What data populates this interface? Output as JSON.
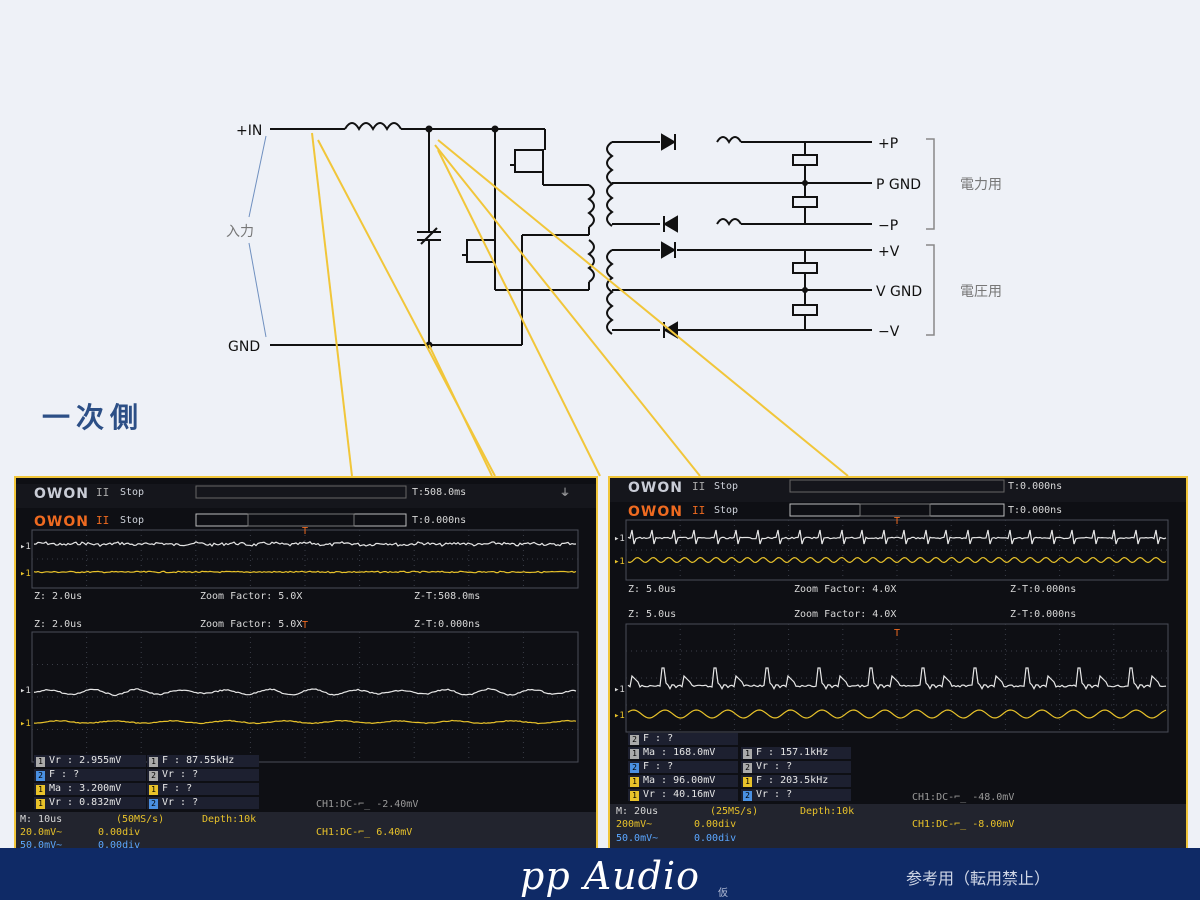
{
  "schematic": {
    "input_plus": "+IN",
    "input_gnd": "GND",
    "input_label": "入力",
    "outputs": {
      "p_plus": "+P",
      "p_gnd": "P GND",
      "p_minus": "−P",
      "v_plus": "+V",
      "v_gnd": "V GND",
      "v_minus": "−V"
    },
    "group_power": "電力用",
    "group_voltage": "電圧用"
  },
  "section_title": "一次側",
  "scopes": [
    {
      "brand_a": "OWON",
      "brand_b": "OWON",
      "pause_glyph": "II",
      "state": "Stop",
      "trig_top": "T:508.0ms",
      "trig_main": "T:0.000ns",
      "zoom_row1": {
        "z": "Z: 2.0us",
        "factor": "Zoom Factor: 5.0X",
        "zt": "Z-T:508.0ms"
      },
      "zoom_row2": {
        "z": "Z: 2.0us",
        "factor": "Zoom Factor: 5.0X",
        "zt": "Z-T:0.000ns"
      },
      "measurements": [
        {
          "ch": "1",
          "text": "Vr : 2.955mV"
        },
        {
          "ch": "1",
          "text": "F : 87.55kHz"
        },
        {
          "ch": "2",
          "text": "F :    ?"
        },
        {
          "ch": "2",
          "text": "Vr :    ?"
        },
        {
          "ch": "1",
          "text": "Ma : 3.200mV"
        },
        {
          "ch": "1",
          "text": "F :    ?"
        },
        {
          "ch": "1",
          "text": "Vr : 0.832mV"
        },
        {
          "ch": "2",
          "text": "Vr :    ?"
        }
      ],
      "bottom": {
        "timebase": "M: 10us",
        "rate": "(50MS/s)",
        "depth": "Depth:10k",
        "ch_ghost": "CH1:DC-⌐_ -2.40mV",
        "ch1_scale": "20.0mV~",
        "ch1_offset": "0.00div",
        "ch2_scale": "50.0mV~",
        "ch2_offset": "0.00div",
        "trigger": "CH1:DC-⌐_ 6.40mV"
      }
    },
    {
      "brand_a": "OWON",
      "brand_b": "OWON",
      "pause_glyph": "II",
      "state": "Stop",
      "trig_top": "T:0.000ns",
      "trig_main": "T:0.000ns",
      "zoom_row1": {
        "z": "Z: 5.0us",
        "factor": "Zoom Factor: 4.0X",
        "zt": "Z-T:0.000ns"
      },
      "zoom_row2": {
        "z": "Z: 5.0us",
        "factor": "Zoom Factor: 4.0X",
        "zt": "Z-T:0.000ns"
      },
      "measurements": [
        {
          "ch": "2",
          "text": "F :    ?"
        },
        {
          "ch": "1",
          "text": "Ma : 168.0mV"
        },
        {
          "ch": "1",
          "text": "F : 157.1kHz"
        },
        {
          "ch": "2",
          "text": "F :    ?"
        },
        {
          "ch": "2",
          "text": "Vr :    ?"
        },
        {
          "ch": "1",
          "text": "Ma : 96.00mV"
        },
        {
          "ch": "1",
          "text": "F : 203.5kHz"
        },
        {
          "ch": "1",
          "text": "Vr : 40.16mV"
        },
        {
          "ch": "2",
          "text": "Vr :    ?"
        }
      ],
      "bottom": {
        "timebase": "M: 20us",
        "rate": "(25MS/s)",
        "depth": "Depth:10k",
        "ch_ghost": "CH1:DC-⌐_ -48.0mV",
        "ch1_scale": "200mV~",
        "ch1_offset": "0.00div",
        "ch2_scale": "50.0mV~",
        "ch2_offset": "0.00div",
        "trigger": "CH1:DC-⌐_ -8.00mV"
      }
    }
  ],
  "footer": {
    "brand": "pp Audio",
    "brand_suffix": "仮",
    "note": "参考用（転用禁止）"
  },
  "colors": {
    "accent_yellow": "#f1c63a",
    "trace_white": "#e6e6e6",
    "trace_yellow": "#e8c22a",
    "footer_blue": "#0f2a66",
    "title_blue": "#2c4f86"
  }
}
